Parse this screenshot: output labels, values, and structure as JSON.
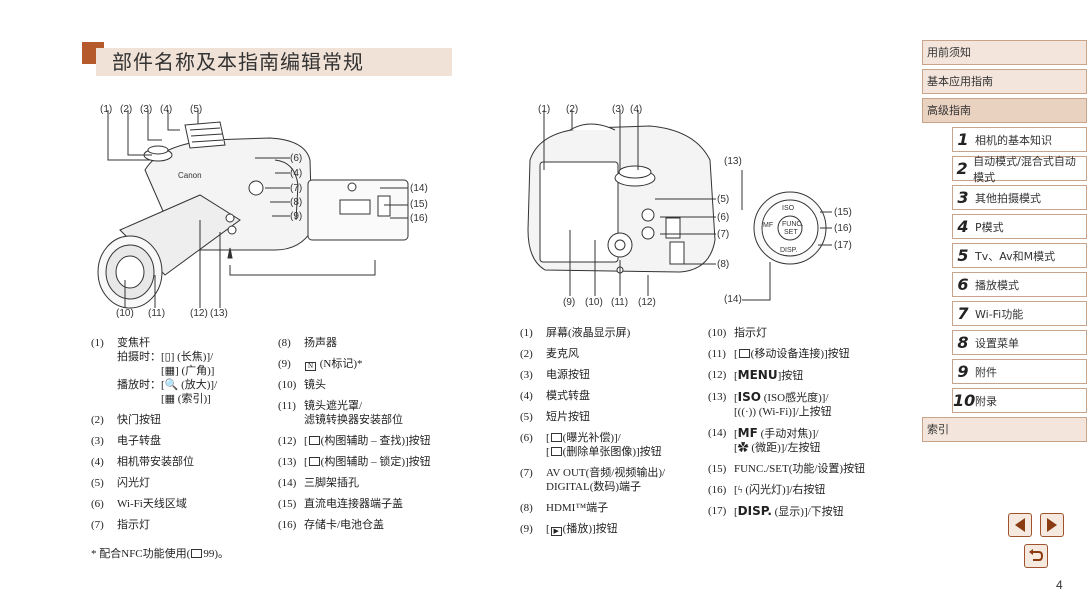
{
  "title": "部件名称及本指南编辑常规",
  "front_callouts": {
    "top": [
      "(1)",
      "(2)",
      "(3)",
      "(4)",
      "(5)"
    ],
    "right": [
      "(6)",
      "(4)",
      "(7)",
      "(8)",
      "(9)"
    ],
    "inset": [
      "(14)",
      "(15)",
      "(16)"
    ],
    "bottom": [
      "(10)",
      "(11)",
      "(12)",
      "(13)"
    ]
  },
  "back_callouts": {
    "top": [
      "(1)",
      "(2)",
      "(3)",
      "(4)"
    ],
    "side": [
      "(13)",
      "(5)",
      "(6)",
      "(7)",
      "(8)",
      "(14)"
    ],
    "dial": [
      "(15)",
      "(16)",
      "(17)"
    ],
    "bottom": [
      "(9)",
      "(10)",
      "(11)",
      "(12)"
    ]
  },
  "dial_labels": {
    "iso": "ISO",
    "func": "FUNC.",
    "set": "SET",
    "mf": "MF",
    "disp": "DISP."
  },
  "list_front_col1": [
    {
      "num": "(1)",
      "lines": [
        "变焦杆",
        "拍摄时：[",
        "[",
        "播放时：[",
        "["
      ],
      "l1": "变焦杆",
      "l2": "拍摄时：[▯] (长焦)]/",
      "l3": "[▦] (广角)]",
      "l4": "播放时：[🔍 (放大)]/",
      "l5": "[▦ (索引)]"
    },
    {
      "num": "(2)",
      "text": "快门按钮"
    },
    {
      "num": "(3)",
      "text": "电子转盘"
    },
    {
      "num": "(4)",
      "text": "相机带安装部位"
    },
    {
      "num": "(5)",
      "text": "闪光灯"
    },
    {
      "num": "(6)",
      "text": "Wi-Fi天线区域"
    },
    {
      "num": "(7)",
      "text": "指示灯"
    }
  ],
  "list_front_col2": [
    {
      "num": "(8)",
      "text": "扬声器"
    },
    {
      "num": "(9)",
      "text": "(N标记)*"
    },
    {
      "num": "(10)",
      "text": "镜头"
    },
    {
      "num": "(11)",
      "text": "镜头遮光罩/",
      "text2": "滤镜转换器安装部位"
    },
    {
      "num": "(12)",
      "text": "(构图辅助 – 查找)]按钮"
    },
    {
      "num": "(13)",
      "text": "(构图辅助 – 锁定)]按钮"
    },
    {
      "num": "(14)",
      "text": "三脚架插孔"
    },
    {
      "num": "(15)",
      "text": "直流电连接器端子盖"
    },
    {
      "num": "(16)",
      "text": "存储卡/电池仓盖"
    }
  ],
  "list_back_col1": [
    {
      "num": "(1)",
      "text": "屏幕(液晶显示屏)"
    },
    {
      "num": "(2)",
      "text": "麦克风"
    },
    {
      "num": "(3)",
      "text": "电源按钮"
    },
    {
      "num": "(4)",
      "text": "模式转盘"
    },
    {
      "num": "(5)",
      "text": "短片按钮"
    },
    {
      "num": "(6)",
      "text": "(曝光补偿)]/",
      "text2": "(删除单张图像)]按钮"
    },
    {
      "num": "(7)",
      "text": "AV OUT(音频/视频输出)/",
      "text2": "DIGITAL(数码)端子"
    },
    {
      "num": "(8)",
      "text": "HDMI™端子"
    },
    {
      "num": "(9)",
      "text": "(播放)]按钮"
    }
  ],
  "list_back_col2": [
    {
      "num": "(10)",
      "text": "指示灯"
    },
    {
      "num": "(11)",
      "text": "(移动设备连接)]按钮"
    },
    {
      "num": "(12)",
      "text": "按钮",
      "sym": "MENU"
    },
    {
      "num": "(13)",
      "text": "(ISO感光度)]/",
      "sym": "ISO",
      "text2": "(Wi-Fi)]/上按钮"
    },
    {
      "num": "(14)",
      "text": "(手动对焦)]/",
      "sym": "MF",
      "text2": "(微距)]/左按钮"
    },
    {
      "num": "(15)",
      "text": "FUNC./SET(功能/设置)按钮"
    },
    {
      "num": "(16)",
      "text": "(闪光灯)]/右按钮"
    },
    {
      "num": "(17)",
      "text": "(显示)]/下按钮",
      "sym": "DISP."
    }
  ],
  "footnote": "* 配合NFC功能使用(",
  "footnote_page": "99)。",
  "sidebar": {
    "top": [
      "用前须知",
      "基本应用指南",
      "高级指南"
    ],
    "chapters": [
      {
        "n": "1",
        "label": "相机的基本知识"
      },
      {
        "n": "2",
        "label": "自动模式/混合式自动模式"
      },
      {
        "n": "3",
        "label": "其他拍摄模式"
      },
      {
        "n": "4",
        "label": "P模式"
      },
      {
        "n": "5",
        "label": "Tv、Av和M模式"
      },
      {
        "n": "6",
        "label": "播放模式"
      },
      {
        "n": "7",
        "label": "Wi-Fi功能"
      },
      {
        "n": "8",
        "label": "设置菜单"
      },
      {
        "n": "9",
        "label": "附件"
      },
      {
        "n": "10",
        "label": "附录"
      }
    ],
    "index": "索引"
  },
  "page_number": "4",
  "colors": {
    "accent": "#b55a2b",
    "band": "#f1e2d7",
    "sidebar_border": "#c8a48a"
  }
}
